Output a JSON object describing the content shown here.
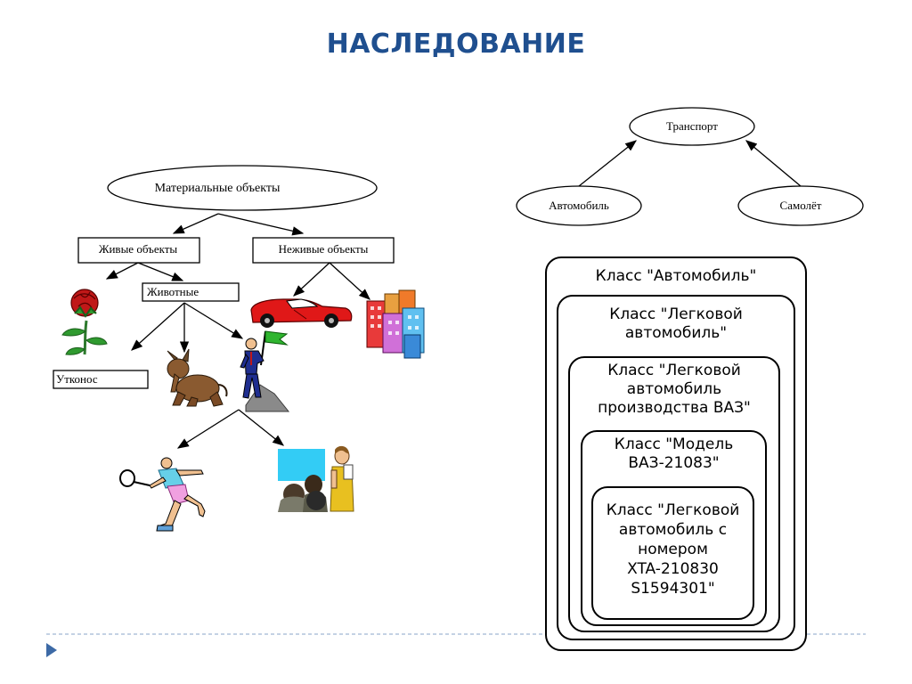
{
  "slide": {
    "title": "НАСЛЕДОВАНИЕ"
  },
  "left_tree": {
    "root": "Материальные объекты",
    "living": "Живые объекты",
    "nonliving": "Неживые объекты",
    "animals": "Животные",
    "platypus": "Утконос"
  },
  "transport_diagram": {
    "parent": "Транспорт",
    "child_left": "Автомобиль",
    "child_right": "Самолёт"
  },
  "nested_classes": [
    "Класс \"Автомобиль\"",
    "Класс \"Легковой\nавтомобиль\"",
    "Класс \"Легковой\nавтомобиль\nпроизводства ВАЗ\"",
    "Класс \"Модель\nВАЗ-21083\"",
    "Класс \"Легковой\nавтомобиль с\nномером\nXTA-210830\nS1594301\""
  ],
  "colors": {
    "title": "#1f4f8f",
    "footer_line": "#8aa6c8",
    "bullet": "#3d6aa6"
  },
  "icons": [
    "rose-icon",
    "dog-icon",
    "man-with-flag-icon",
    "tennis-player-icon",
    "audience-icon",
    "red-car-icon",
    "buildings-icon",
    "bullet-triangle-icon"
  ]
}
